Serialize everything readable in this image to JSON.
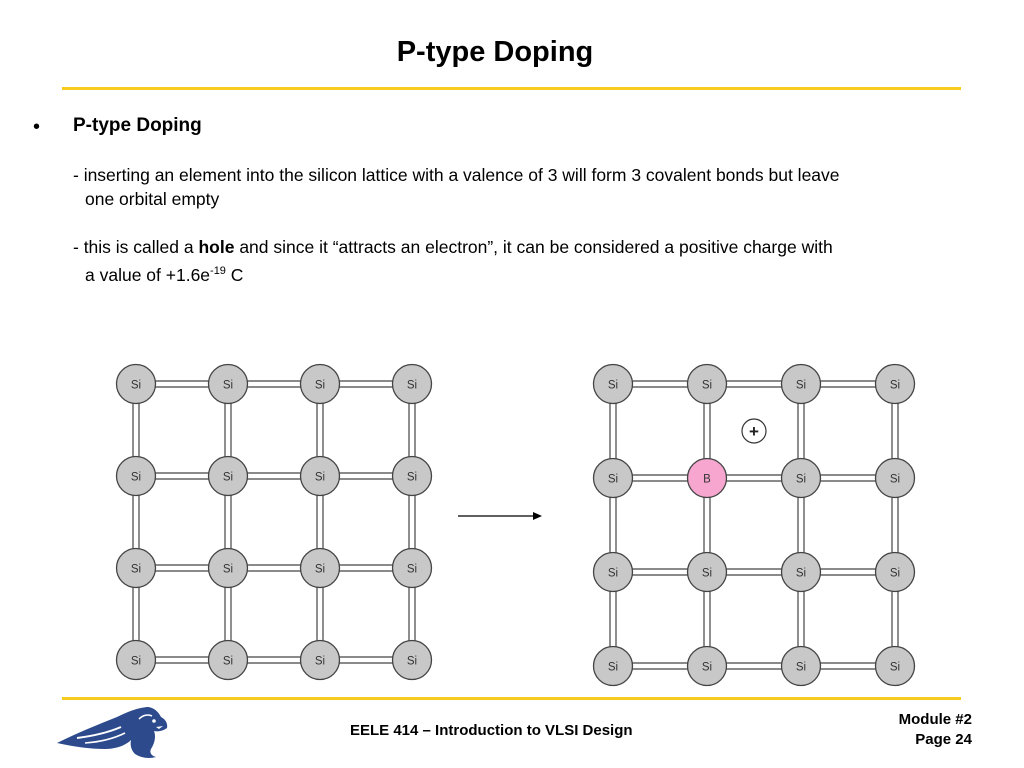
{
  "slide": {
    "title": "P-type Doping"
  },
  "content": {
    "bullet_heading": "P-type Doping",
    "para1": {
      "line1": "- inserting an element into the silicon lattice with a valence of 3 will form 3 covalent bonds but leave",
      "line2": "one orbital empty"
    },
    "para2": {
      "pre": "- this is called a ",
      "bold": "hole",
      "post": " and since it “attracts an electron”, it can be considered a positive charge with",
      "line2_pre": "a value of +1.6e",
      "sup": "-19",
      "line2_post": " C"
    }
  },
  "diagram": {
    "left_lattice": [
      [
        "Si",
        "Si",
        "Si",
        "Si"
      ],
      [
        "Si",
        "Si",
        "Si",
        "Si"
      ],
      [
        "Si",
        "Si",
        "Si",
        "Si"
      ],
      [
        "Si",
        "Si",
        "Si",
        "Si"
      ]
    ],
    "right_lattice": [
      [
        "Si",
        "Si",
        "Si",
        "Si"
      ],
      [
        "Si",
        "B",
        "Si",
        "Si"
      ],
      [
        "Si",
        "Si",
        "Si",
        "Si"
      ],
      [
        "Si",
        "Si",
        "Si",
        "Si"
      ]
    ],
    "hole_symbol": "+",
    "dopant_color": "#f7a6cf",
    "atom_color": "#c8c8c8"
  },
  "footer": {
    "course": "EELE 414 – Introduction to VLSI Design",
    "module": "Module #2",
    "page": "Page 24"
  },
  "colors": {
    "rule": "#f7cc1e",
    "logo": "#2c4a8c"
  }
}
